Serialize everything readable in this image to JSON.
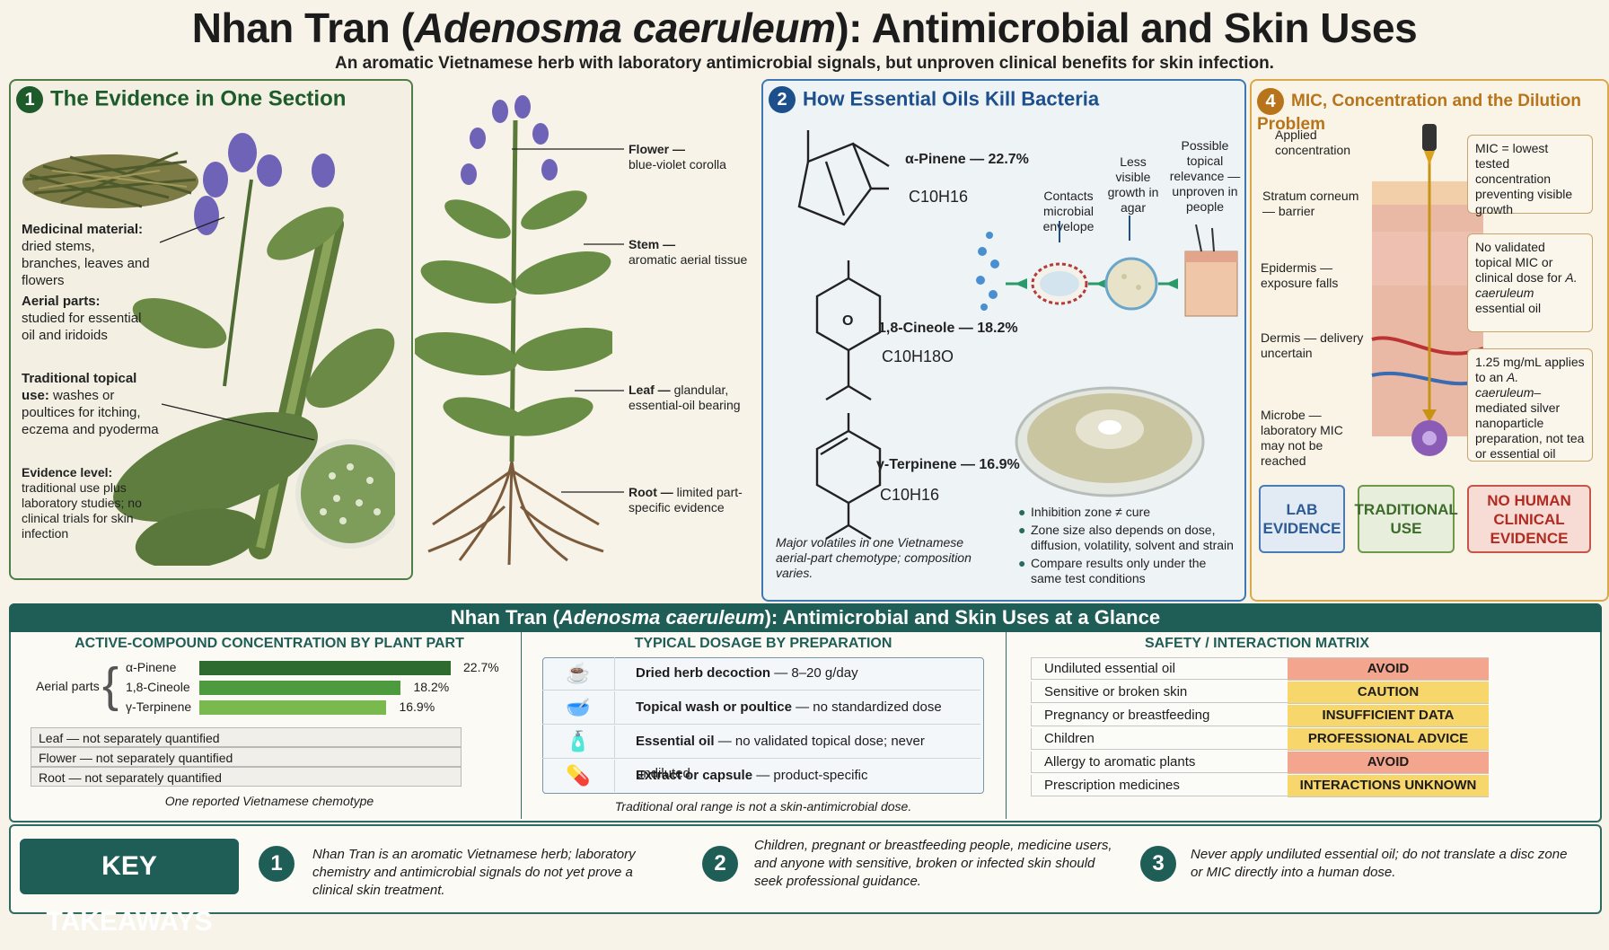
{
  "header": {
    "title_pre": "Nhan Tran (",
    "title_italic": "Adenosma caeruleum",
    "title_post": "): Antimicrobial and Skin Uses",
    "subtitle": "An aromatic Vietnamese herb with laboratory antimicrobial signals, but unproven clinical benefits for skin infection."
  },
  "panel1": {
    "number": "1",
    "title": "The Evidence in One Section",
    "medicinal_b": "Medicinal material:",
    "medicinal_t": "dried stems, branches, leaves and flowers",
    "aerial_b": "Aerial parts:",
    "aerial_t": "studied for essential oil and iridoids",
    "trad_b": "Traditional topical use:",
    "trad_t": "washes or poultices for itching, eczema and pyoderma",
    "evid_b": "Evidence level:",
    "evid_t": "traditional use plus laboratory studies; no clinical trials for skin infection",
    "flower_b": "Flower —",
    "flower_t": "blue-violet corolla",
    "stem_b": "Stem —",
    "stem_t": "aromatic aerial tissue",
    "leaf_b": "Leaf —",
    "leaf_t": "glandular, essential-oil bearing",
    "root_b": "Root —",
    "root_t": "limited part-specific evidence",
    "color": "#1e5b2a"
  },
  "panel2": {
    "number": "2",
    "title": "How Essential Oils Kill Bacteria",
    "c1_name": "α-Pinene — 22.7%",
    "c1_formula": "C10H16",
    "c2_name": "1,8-Cineole — 18.2%",
    "c2_formula": "C10H18O",
    "c3_name": "γ-Terpinene — 16.9%",
    "c3_formula": "C10H16",
    "step1": "Contacts microbial envelope",
    "step2": "Less visible growth in agar",
    "step3": "Possible topical relevance — unproven in people",
    "note": "Major volatiles in one Vietnamese aerial-part chemotype; composition varies.",
    "bullets": [
      "Inhibition zone ≠ cure",
      "Zone size also depends on dose, diffusion, volatility, solvent and strain",
      "Compare results only under the same test conditions"
    ],
    "color": "#1d4f8c"
  },
  "panel4": {
    "number": "4",
    "title": "MIC, Concentration and the Dilution Problem",
    "applied": "Applied concentration",
    "stratum": "Stratum corneum— barrier",
    "epidermis": "Epidermis — exposure falls",
    "dermis": "Dermis — delivery uncertain",
    "microbe": "Microbe — laboratory MIC may not be reached",
    "box1": "MIC = lowest tested concentration preventing visible growth",
    "box2a": "No validated topical MIC or clinical dose for",
    "box2b": "A. caeruleum",
    "box2c": "essential oil",
    "box3a": "1.25 mg/mL applies to an",
    "box3b": "A. caeruleum–",
    "box3c": "mediated silver nanoparticle preparation, not tea or essential oil",
    "badge_lab": "LAB EVIDENCE",
    "badge_trad": "TRADITIONAL USE",
    "badge_none": "NO HUMAN CLINICAL EVIDENCE",
    "color": "#b8741a"
  },
  "glance": {
    "title_pre": "Nhan Tran (",
    "title_italic": "Adenosma caeruleum",
    "title_post": "): Antimicrobial and Skin Uses at a Glance",
    "conc_title": "ACTIVE-COMPOUND CONCENTRATION BY PLANT PART",
    "conc_group": "Aerial parts",
    "leaf": "Leaf — not separately quantified",
    "flower": "Flower — not separately quantified",
    "root": "Root — not separately quantified",
    "conc_note": "One reported Vietnamese chemotype",
    "dose_title": "TYPICAL DOSAGE BY PREPARATION",
    "doses": [
      {
        "b": "Dried herb decoction",
        "t": " — 8–20 g/day",
        "icon": "☕"
      },
      {
        "b": "Topical wash or poultice",
        "t": " — no standardized dose",
        "icon": "🥣"
      },
      {
        "b": "Essential oil",
        "t": " — no validated topical dose; never undiluted",
        "icon": "🧴"
      },
      {
        "b": "Extract or capsule",
        "t": " — product-specific",
        "icon": "💊"
      }
    ],
    "dose_note": "Traditional oral range is not a skin-antimicrobial dose.",
    "safety_title": "SAFETY / INTERACTION MATRIX",
    "safety": [
      {
        "k": "Undiluted essential oil",
        "v": "AVOID",
        "c": "#f4a58e"
      },
      {
        "k": "Sensitive or broken skin",
        "v": "CAUTION",
        "c": "#f7d66b"
      },
      {
        "k": "Pregnancy or breastfeeding",
        "v": "INSUFFICIENT DATA",
        "c": "#f7d66b"
      },
      {
        "k": "Children",
        "v": "PROFESSIONAL ADVICE",
        "c": "#f7d66b"
      },
      {
        "k": "Allergy to aromatic plants",
        "v": "AVOID",
        "c": "#f4a58e"
      },
      {
        "k": "Prescription medicines",
        "v": "INTERACTIONS UNKNOWN",
        "c": "#f7d66b"
      }
    ]
  },
  "chart_data": {
    "type": "bar",
    "categories": [
      "α-Pinene",
      "1,8-Cineole",
      "γ-Terpinene"
    ],
    "values": [
      22.7,
      18.2,
      16.9
    ],
    "value_labels": [
      "22.7%",
      "18.2%",
      "16.9%"
    ],
    "colors": [
      "#2d6b2f",
      "#4e9a3e",
      "#79b94d"
    ],
    "xlim": [
      0,
      22.7
    ]
  },
  "takeaways": {
    "label": "KEY TAKEAWAYS",
    "items": [
      {
        "n": "1",
        "t": "Nhan Tran is an aromatic Vietnamese herb; laboratory chemistry and antimicrobial signals do not yet prove a clinical skin treatment."
      },
      {
        "n": "2",
        "t": "Children, pregnant or breastfeeding people, medicine users, and anyone with sensitive, broken or infected skin should seek professional guidance."
      },
      {
        "n": "3",
        "t": "Never apply undiluted essential oil; do not translate a disc zone or MIC directly into a human dose."
      }
    ]
  }
}
